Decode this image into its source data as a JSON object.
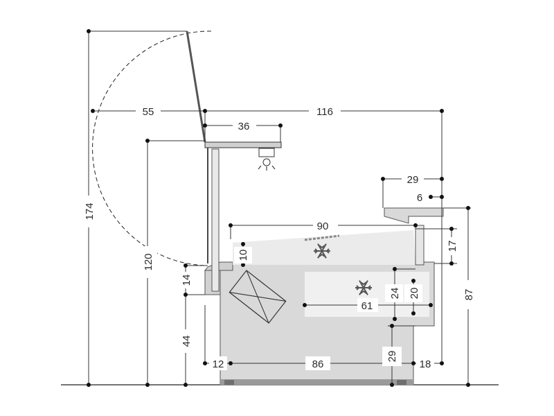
{
  "dimensions": {
    "height_total": "174",
    "height_shelf": "120",
    "height_44": "44",
    "height_14": "14",
    "height_87": "87",
    "width_55": "55",
    "width_116": "116",
    "width_36": "36",
    "width_29": "29",
    "width_6": "6",
    "width_90": "90",
    "height_10": "10",
    "height_17": "17",
    "height_24": "24",
    "height_20": "20",
    "width_61": "61",
    "width_12": "12",
    "width_86": "86",
    "height_29": "29",
    "width_18": "18"
  },
  "colors": {
    "body": "#d9d9d9",
    "well": "#ebebeb",
    "line": "#333333",
    "dark": "#555555"
  },
  "icons": [
    "snowflake-icon",
    "snowflake-icon",
    "lamp-icon"
  ]
}
